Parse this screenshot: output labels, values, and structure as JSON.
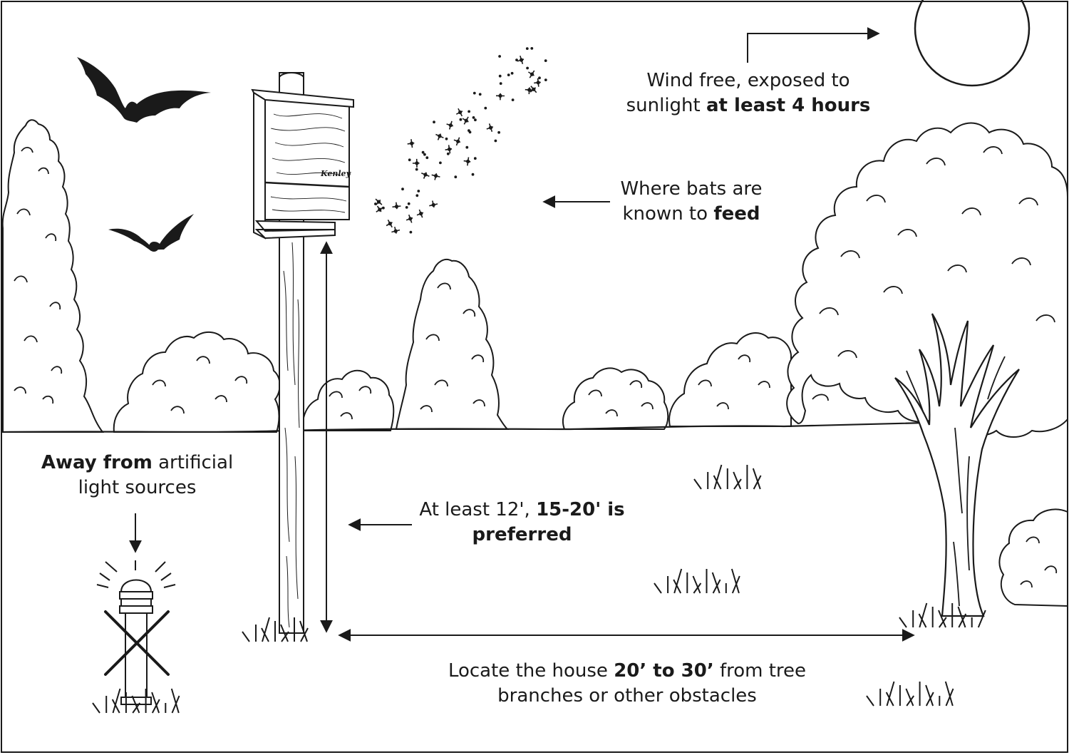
{
  "labels": {
    "sun": {
      "line1": "Wind free, exposed to",
      "line2_plain": "sunlight ",
      "line2_bold": "at least 4 hours"
    },
    "feed": {
      "line1": "Where bats are",
      "line2_plain": "known to ",
      "line2_bold": "feed"
    },
    "light": {
      "line1_bold": "Away from",
      "line1_plain": " artificial",
      "line2": "light sources"
    },
    "height": {
      "line1_plain": "At least 12', ",
      "line1_bold": "15-20' is",
      "line2_bold": "preferred"
    },
    "distance": {
      "line1_plain": "Locate the house ",
      "line1_bold": "20’ to 30’",
      "line1_end": " from tree",
      "line2": "branches or other obstacles"
    }
  },
  "brand": "Kenley",
  "icons": [
    "bat-icon",
    "sun-icon",
    "insect-swarm-icon",
    "bat-house-icon",
    "post-icon",
    "lamp-icon",
    "cross-mark-icon",
    "tree-icon",
    "bush-icon",
    "grass-icon",
    "arrow-icon"
  ],
  "colors": {
    "ink": "#1a1a1a",
    "background": "#ffffff"
  }
}
